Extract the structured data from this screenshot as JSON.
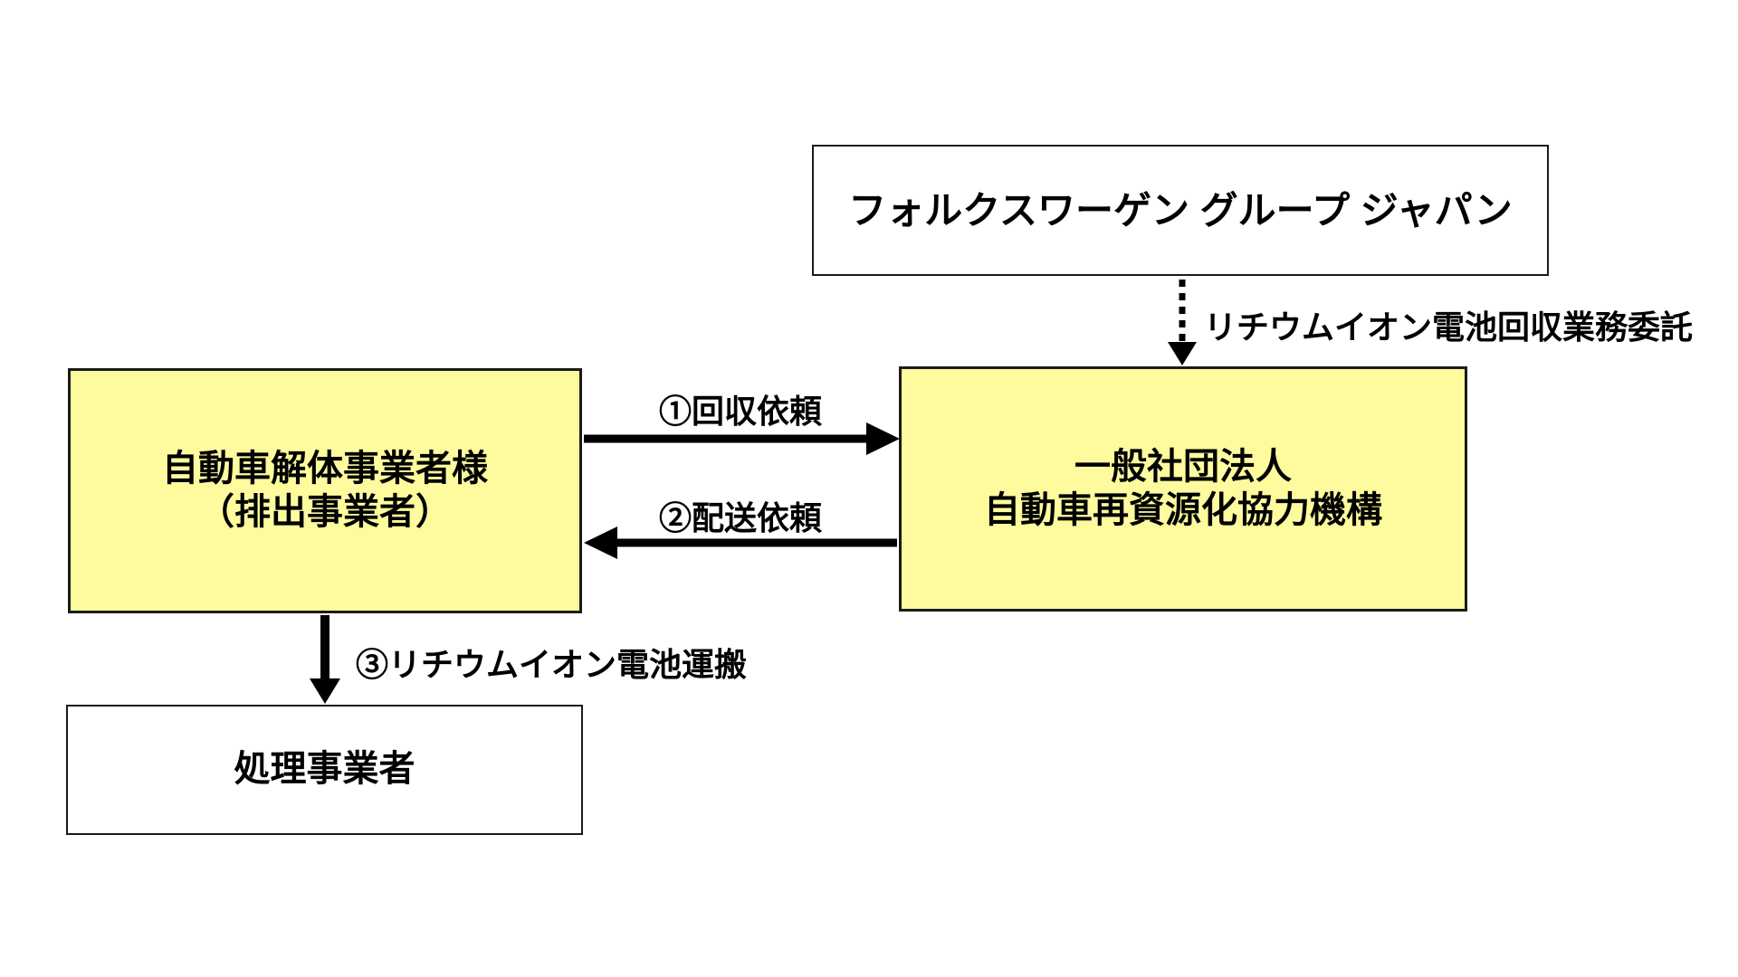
{
  "diagram": {
    "colors": {
      "background": "#ffffff",
      "node_fill_yellow": "#fdfb9d",
      "node_fill_white": "#ffffff",
      "border": "#1a1a1a",
      "text": "#000000"
    },
    "nodes": {
      "vw": {
        "label": "フォルクスワーゲン グループ ジャパン"
      },
      "dismantler": {
        "label_line1": "自動車解体事業者様",
        "label_line2": "（排出事業者）"
      },
      "jarp": {
        "label_line1": "一般社団法人",
        "label_line2": "自動車再資源化協力機構"
      },
      "processor": {
        "label": "処理事業者"
      }
    },
    "edges": {
      "consignment": {
        "label": "リチウムイオン電池回収業務委託",
        "style": "dotted",
        "from": "vw",
        "to": "jarp",
        "direction": "down"
      },
      "step1": {
        "label": "①回収依頼",
        "style": "solid",
        "from": "dismantler",
        "to": "jarp",
        "direction": "right"
      },
      "step2": {
        "label": "②配送依頼",
        "style": "solid",
        "from": "jarp",
        "to": "dismantler",
        "direction": "left"
      },
      "step3": {
        "label": "③リチウムイオン電池運搬",
        "style": "solid",
        "from": "dismantler",
        "to": "processor",
        "direction": "down"
      }
    }
  }
}
